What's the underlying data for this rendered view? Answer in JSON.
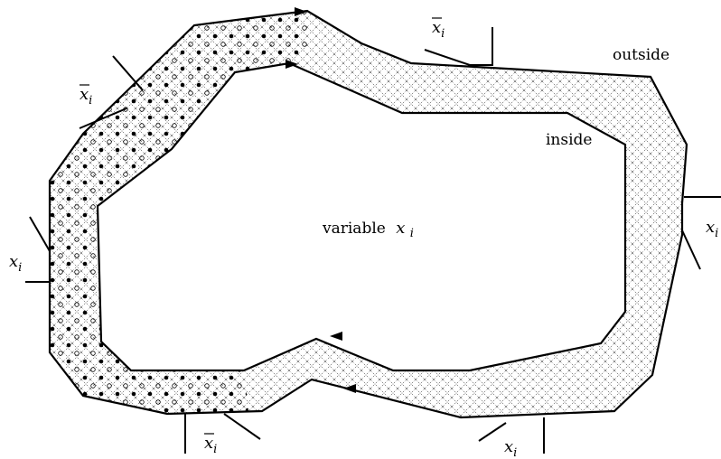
{
  "region_labels": {
    "outside": "outside",
    "inside": "inside",
    "center": "variable",
    "center_var": "x",
    "center_sub": "i"
  },
  "terminal_labels": [
    {
      "base": "x",
      "sub": "i",
      "negated": true
    },
    {
      "base": "x",
      "sub": "i",
      "negated": true
    },
    {
      "base": "x",
      "sub": "i",
      "negated": false
    },
    {
      "base": "x",
      "sub": "i",
      "negated": false
    },
    {
      "base": "x",
      "sub": "i",
      "negated": true
    },
    {
      "base": "x",
      "sub": "i",
      "negated": false
    }
  ],
  "colors": {
    "line": "#000000",
    "band_fill": "#ffffff",
    "background": "#ffffff"
  }
}
